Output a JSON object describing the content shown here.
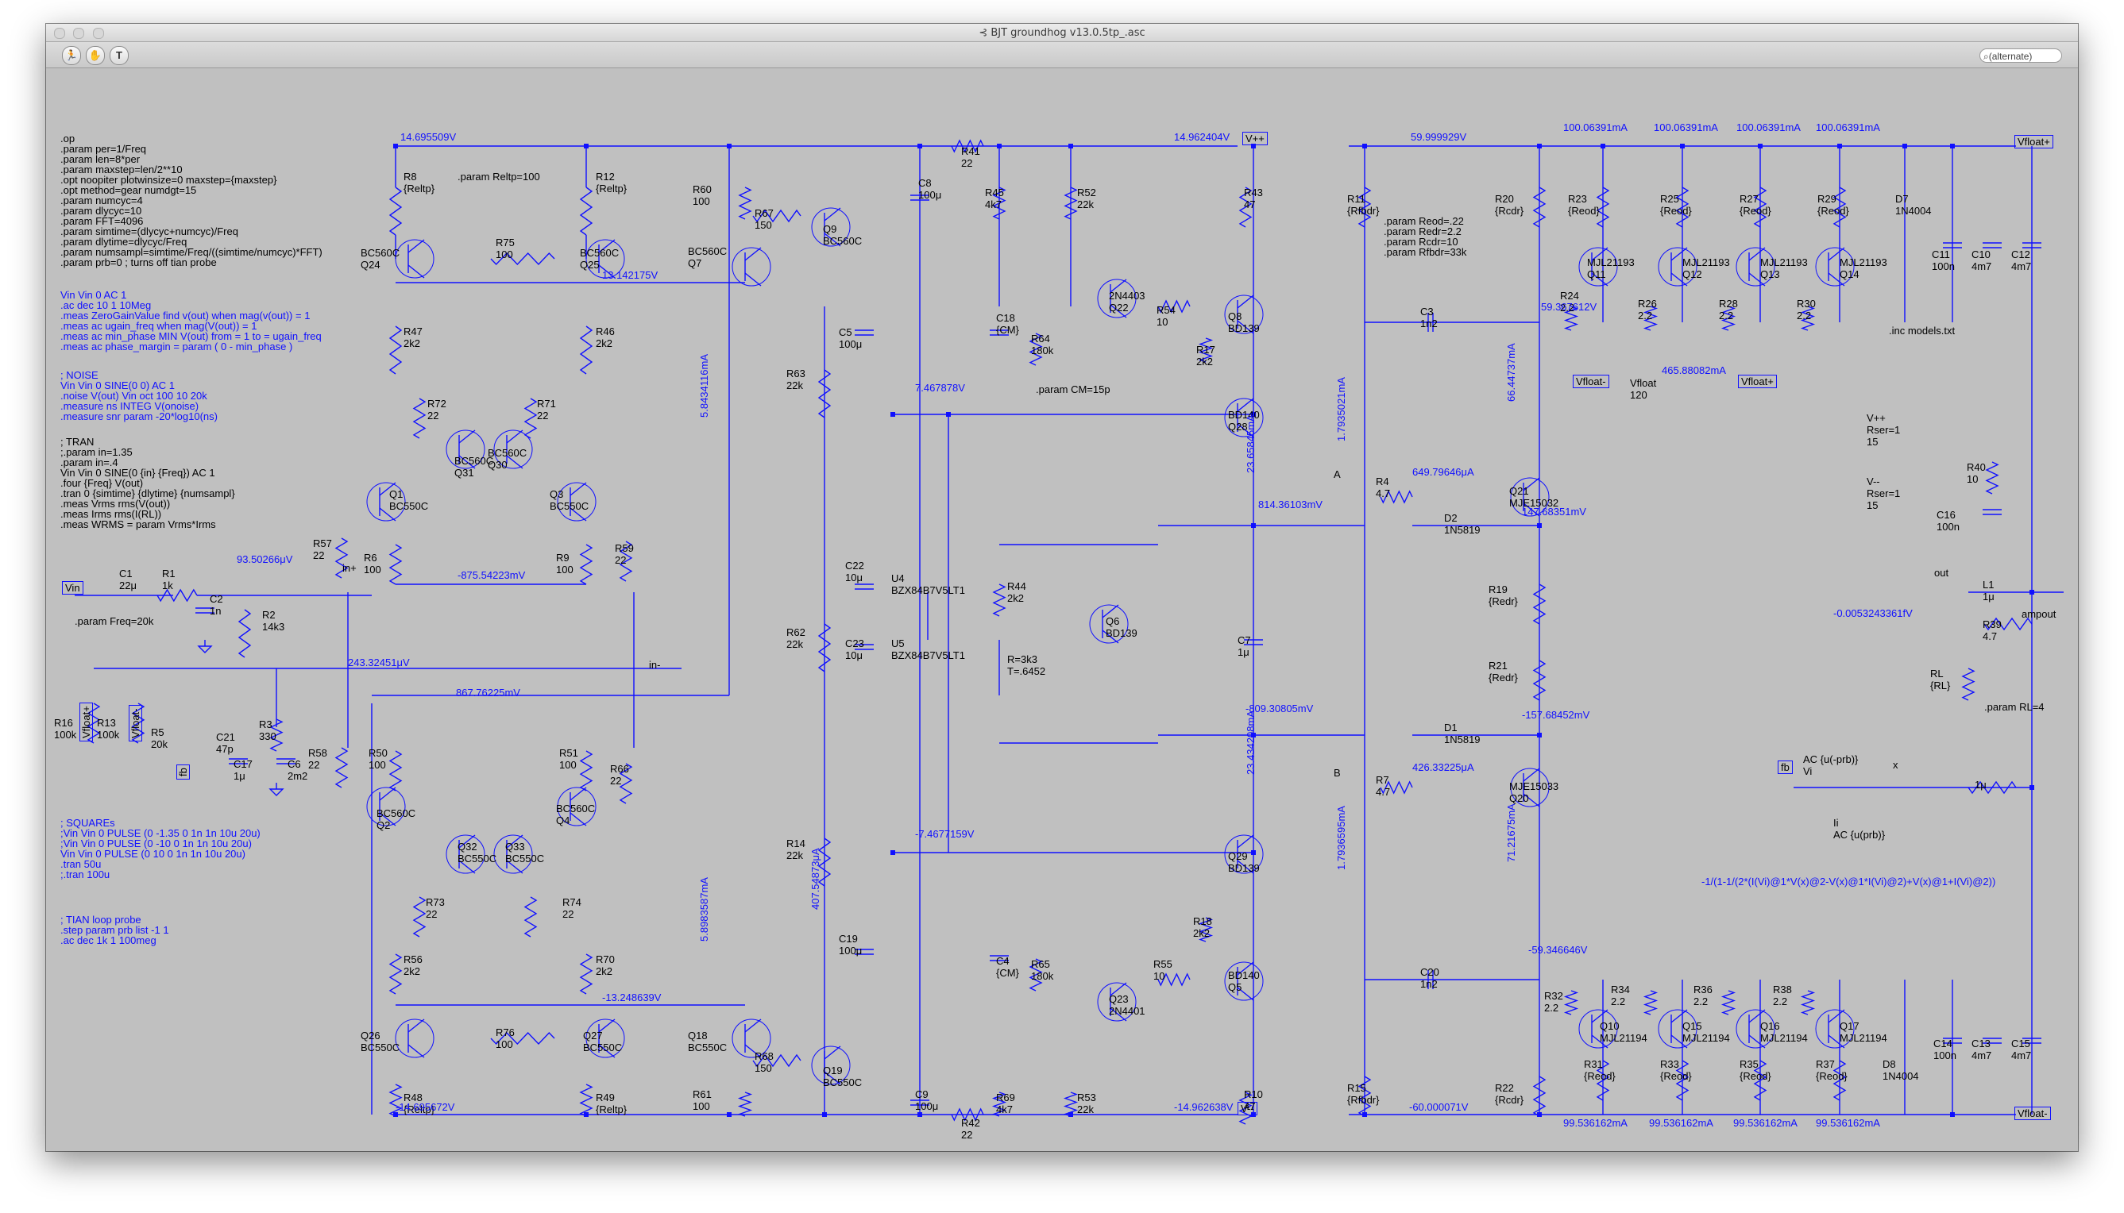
{
  "window": {
    "title": "BJT groundhog v13.0.5tp_.asc",
    "search_placeholder": "(alternate)"
  },
  "toolbar": {
    "buttons": [
      "run-icon",
      "halt-hand-icon",
      "text-t-icon"
    ]
  },
  "colors": {
    "directive": "#000000",
    "comment": "#1010ff",
    "wire": "#1010ff",
    "canvas": "#c0c0c0"
  },
  "directives": {
    "main": [
      ".op",
      ".param per=1/Freq",
      ".param len=8*per",
      ".param maxstep=len/2**10",
      ".opt noopiter plotwinsize=0 maxstep={maxstep}",
      ".opt method=gear numdgt=15",
      ".param numcyc=4",
      ".param dlycyc=10",
      ".param FFT=4096",
      ".param simtime=(dlycyc+numcyc)/Freq",
      ".param dlytime=dlycyc/Freq",
      ".param numsampl=simtime/Freq/((simtime/numcyc)*FFT)",
      ".param prb=0 ; turns off tian probe"
    ],
    "ac": [
      "Vin Vin 0 AC 1",
      ".ac dec 10 1 10Meg",
      ".meas ZeroGainValue find v(out) when mag(v(out)) = 1",
      ".meas ac ugain_freq when mag(V(out)) = 1",
      ".meas ac min_phase MIN V(out) from = 1 to = ugain_freq",
      ".meas ac phase_margin = param ( 0 - min_phase )"
    ],
    "noise": [
      "; NOISE",
      "Vin Vin 0 SINE(0 0) AC 1",
      ".noise V(out) Vin oct 100 10 20k",
      ".measure ns INTEG V(onoise)",
      ".measure snr param -20*log10(ns)"
    ],
    "tran": [
      "; TRAN",
      ";.param in=1.35",
      ".param in=.4",
      "Vin Vin 0 SINE(0 {in} {Freq}) AC 1",
      ".four {Freq} V(out)",
      ".tran 0 {simtime} {dlytime} {numsampl}",
      ".meas Vrms rms(V(out))",
      ".meas Irms rms(I(RL))",
      ".meas WRMS = param Vrms*Irms"
    ],
    "squares": [
      "; SQUAREs",
      ";Vin Vin 0 PULSE (0 -1.35 0 1n 1n 10u 20u)",
      ";Vin Vin 0 PULSE (0 -10 0 1n 1n 10u 20u)",
      "Vin Vin 0 PULSE (0 10 0 1n 1n 10u 20u)",
      ".tran 50u",
      ";.tran 100u"
    ],
    "tian": [
      "; TIAN loop probe",
      ".step param prb list -1 1",
      ".ac dec 1k 1 100meg"
    ],
    "freq": ".param Freq=20k",
    "reltp": ".param Reltp=100",
    "cm": ".param CM=15p",
    "out_params": [
      ".param Reod=.22",
      ".param Redr=2.2",
      ".param Rcdr=10",
      ".param Rfbdr=33k"
    ],
    "inc": ".inc models.txt",
    "rl": ".param RL=4",
    "tian_expr": "-1/(1-1/(2*(I(Vi)@1*V(x)@2-V(x)@1*I(Vi)@2)+V(x)@1+I(Vi)@2))"
  },
  "node_voltages": {
    "v_top_in": "14.695509V",
    "v_mid_top": "13.142175V",
    "v_vpp": "14.962404V",
    "v_in_plus": "93.50266μV",
    "v_neg875": "-875.54223mV",
    "v_fb": "243.32451μV",
    "v_867": "867.76225mV",
    "v_bot_in": "-14.695672V",
    "v_neg13": "-13.248639V",
    "v_vmm": "-14.962638V",
    "v_7467": "7.467878V",
    "v_n7467": "-7.4677159V",
    "v_814": "814.36103mV",
    "v_n809": "-809.30805mV",
    "v_60": "59.999929V",
    "v_59": "59.367612V",
    "v_147": "147.68351mV",
    "v_157": "-157.68452mV",
    "v_n59": "-59.346646V",
    "v_n60": "-60.000071V",
    "v_out": "-0.0053243361fV",
    "i_top1": "100.06391mA",
    "i_top2": "100.06391mA",
    "i_top3": "100.06391mA",
    "i_top4": "100.06391mA",
    "i_bot1": "99.536162mA",
    "i_bot2": "99.536162mA",
    "i_bot3": "99.536162mA",
    "i_bot4": "99.536162mA",
    "i_vfloat": "465.88082mA",
    "i_649": "649.79646μA",
    "i_426": "426.33225μA",
    "i_58": "5.8434116mA",
    "i_59": "5.8983587mA",
    "i_407": "407.54873μA",
    "i_23a": "23.65845mA",
    "i_23b": "23.434208mA",
    "i_66": "66.44737mA",
    "i_71": "71.21675mA",
    "i_179a": "1.7935021mA",
    "i_179b": "1.7936595mA"
  },
  "components": {
    "R8": [
      "R8",
      "{Reltp}"
    ],
    "R12": [
      "R12",
      "{Reltp}"
    ],
    "Q24": [
      "BC560C",
      "Q24"
    ],
    "Q25": [
      "BC560C",
      "Q25"
    ],
    "R75": [
      "R75",
      "100"
    ],
    "R47": [
      "R47",
      "2k2"
    ],
    "R46": [
      "R46",
      "2k2"
    ],
    "R72": [
      "R72",
      "22"
    ],
    "R71": [
      "R71",
      "22"
    ],
    "Q31": [
      "BC560C",
      "Q31"
    ],
    "Q30": [
      "BC560C",
      "Q30"
    ],
    "Q1": [
      "Q1",
      "BC550C"
    ],
    "Q3": [
      "Q3",
      "BC550C"
    ],
    "R6": [
      "R6",
      "100"
    ],
    "R9": [
      "R9",
      "100"
    ],
    "R57": [
      "R57",
      "22"
    ],
    "R59": [
      "R59",
      "22"
    ],
    "C1": [
      "C1",
      "22μ"
    ],
    "R1": [
      "R1",
      "1k"
    ],
    "C2": [
      "C2",
      "1n"
    ],
    "R2": [
      "R2",
      "14k3"
    ],
    "R16": [
      "R16",
      "100k"
    ],
    "R13": [
      "R13",
      "100k"
    ],
    "R5": [
      "R5",
      "20k"
    ],
    "C21": [
      "C21",
      "47p"
    ],
    "R3": [
      "R3",
      "330"
    ],
    "C17": [
      "C17",
      "1μ"
    ],
    "C6": [
      "C6",
      "2m2"
    ],
    "R58": [
      "R58",
      "22"
    ],
    "R50": [
      "R50",
      "100"
    ],
    "R51": [
      "R51",
      "100"
    ],
    "R66": [
      "R66",
      "22"
    ],
    "Q2": [
      "BC560C",
      "Q2"
    ],
    "Q4": [
      "BC560C",
      "Q4"
    ],
    "Q32": [
      "Q32",
      "BC550C"
    ],
    "Q33": [
      "Q33",
      "BC550C"
    ],
    "R73": [
      "R73",
      "22"
    ],
    "R74": [
      "R74",
      "22"
    ],
    "R56": [
      "R56",
      "2k2"
    ],
    "R70": [
      "R70",
      "2k2"
    ],
    "Q26": [
      "Q26",
      "BC550C"
    ],
    "Q27": [
      "Q27",
      "BC550C"
    ],
    "R76": [
      "R76",
      "100"
    ],
    "R48": [
      "R48",
      "{Reltp}"
    ],
    "R49": [
      "R49",
      "{Reltp}"
    ],
    "R60": [
      "R60",
      "100"
    ],
    "R67": [
      "R67",
      "150"
    ],
    "Q7": [
      "BC560C",
      "Q7"
    ],
    "Q9": [
      "Q9",
      "BC560C"
    ],
    "R63": [
      "R63",
      "22k"
    ],
    "R62": [
      "R62",
      "22k"
    ],
    "R14": [
      "R14",
      "22k"
    ],
    "Q18": [
      "Q18",
      "BC550C"
    ],
    "R68": [
      "R68",
      "150"
    ],
    "Q19": [
      "Q19",
      "BC550C"
    ],
    "R61": [
      "R61",
      "100"
    ],
    "R41": [
      "R41",
      "22"
    ],
    "C8": [
      "C8",
      "100μ"
    ],
    "C5": [
      "C5",
      "100μ"
    ],
    "C19": [
      "C19",
      "100μ"
    ],
    "C9": [
      "C9",
      "100μ"
    ],
    "R42": [
      "R42",
      "22"
    ],
    "C22": [
      "C22",
      "10μ"
    ],
    "U4": [
      "U4",
      "BZX84B7V5LT1"
    ],
    "C23": [
      "C23",
      "10μ"
    ],
    "U5": [
      "U5",
      "BZX84B7V5LT1"
    ],
    "R45": [
      "R45",
      "4k7"
    ],
    "R52": [
      "R52",
      "22k"
    ],
    "C18": [
      "C18",
      "{CM}"
    ],
    "R64": [
      "R64",
      "180k"
    ],
    "R44": [
      "R44",
      "2k2"
    ],
    "Q6": [
      "Q6",
      "BD139"
    ],
    "RT": [
      "R=3k3",
      "T=.6452"
    ],
    "C4": [
      "C4",
      "{CM}"
    ],
    "R65": [
      "R65",
      "180k"
    ],
    "R69": [
      "R69",
      "4k7"
    ],
    "R53": [
      "R53",
      "22k"
    ],
    "Q22": [
      "2N4403",
      "Q22"
    ],
    "R54": [
      "R54",
      "10"
    ],
    "R17": [
      "R17",
      "2k2"
    ],
    "Q8": [
      "Q8",
      "BD139"
    ],
    "Q28": [
      "BD140",
      "Q28"
    ],
    "R43": [
      "R43",
      "47"
    ],
    "C7": [
      "C7",
      "1μ"
    ],
    "Q29": [
      "Q29",
      "BD139"
    ],
    "R18": [
      "R18",
      "2k2"
    ],
    "R55": [
      "R55",
      "10"
    ],
    "Q23": [
      "Q23",
      "2N4401"
    ],
    "Q5": [
      "BD140",
      "Q5"
    ],
    "R10": [
      "R10",
      "47"
    ],
    "R11": [
      "R11",
      "{Rfbdr}"
    ],
    "R20": [
      "R20",
      "{Rcdr}"
    ],
    "C3": [
      "C3",
      "1n2"
    ],
    "R4": [
      "R4",
      "4.7"
    ],
    "Q21": [
      "Q21",
      "MJE15032"
    ],
    "D2": [
      "D2",
      "1N5819"
    ],
    "R19": [
      "R19",
      "{Redr}"
    ],
    "R21": [
      "R21",
      "{Redr}"
    ],
    "D1": [
      "D1",
      "1N5819"
    ],
    "R7": [
      "R7",
      "4.7"
    ],
    "Q20": [
      "MJE15033",
      "Q20"
    ],
    "C20": [
      "C20",
      "1n2"
    ],
    "R15": [
      "R15",
      "{Rfbdr}"
    ],
    "R22": [
      "R22",
      "{Rcdr}"
    ],
    "R23": [
      "R23",
      "{Reod}"
    ],
    "R25": [
      "R25",
      "{Reod}"
    ],
    "R27": [
      "R27",
      "{Reod}"
    ],
    "R29": [
      "R29",
      "{Reod}"
    ],
    "Q11": [
      "MJL21193",
      "Q11"
    ],
    "Q12": [
      "MJL21193",
      "Q12"
    ],
    "Q13": [
      "MJL21193",
      "Q13"
    ],
    "Q14": [
      "MJL21193",
      "Q14"
    ],
    "R24": [
      "R24",
      "2.2"
    ],
    "R26": [
      "R26",
      "2.2"
    ],
    "R28": [
      "R28",
      "2.2"
    ],
    "R30": [
      "R30",
      "2.2"
    ],
    "D7": [
      "D7",
      "1N4004"
    ],
    "C11": [
      "C11",
      "100n"
    ],
    "C10": [
      "C10",
      "4m7"
    ],
    "C12": [
      "C12",
      "4m7"
    ],
    "Vfloat": [
      "Vfloat",
      "120"
    ],
    "VPP": [
      "V++",
      "Rser=1",
      "15"
    ],
    "VMM": [
      "V--",
      "Rser=1",
      "15"
    ],
    "R40": [
      "R40",
      "10"
    ],
    "C16": [
      "C16",
      "100n"
    ],
    "L1": [
      "L1",
      "1μ"
    ],
    "R39": [
      "R39",
      "4.7"
    ],
    "RL": [
      "RL",
      "{RL}"
    ],
    "Vi": [
      "AC {u(-prb)}",
      "Vi"
    ],
    "Ii": [
      "Ii",
      "AC {u(prb)}"
    ],
    "Lx": [
      "1μ"
    ],
    "Q10": [
      "Q10",
      "MJL21194"
    ],
    "Q15": [
      "Q15",
      "MJL21194"
    ],
    "Q16": [
      "Q16",
      "MJL21194"
    ],
    "Q17": [
      "Q17",
      "MJL21194"
    ],
    "R32": [
      "R32",
      "2.2"
    ],
    "R34": [
      "R34",
      "2.2"
    ],
    "R36": [
      "R36",
      "2.2"
    ],
    "R38": [
      "R38",
      "2.2"
    ],
    "R31": [
      "R31",
      "{Reod}"
    ],
    "R33": [
      "R33",
      "{Reod}"
    ],
    "R35": [
      "R35",
      "{Reod}"
    ],
    "R37": [
      "R37",
      "{Reod}"
    ],
    "D8": [
      "D8",
      "1N4004"
    ],
    "C14": [
      "C14",
      "100n"
    ],
    "C13": [
      "C13",
      "4m7"
    ],
    "C15": [
      "C15",
      "4m7"
    ]
  },
  "net_labels": {
    "vin": "Vin",
    "vpp": "V++",
    "vmm": "V--",
    "vfloat_p": "Vfloat+",
    "vfloat_m": "Vfloat-",
    "vfloat_m_left": "Vfloat-",
    "vfloat_p_right": "Vfloat+",
    "vfloat_p_dn": "Vfloat+",
    "vfloat_m_dn": "Vfloat-",
    "fb": "fb",
    "fb_right": "fb",
    "in_plus": "in+",
    "in_minus": "in-",
    "a": "A",
    "b": "B",
    "out": "out",
    "ampout": "ampout",
    "x": "x"
  }
}
